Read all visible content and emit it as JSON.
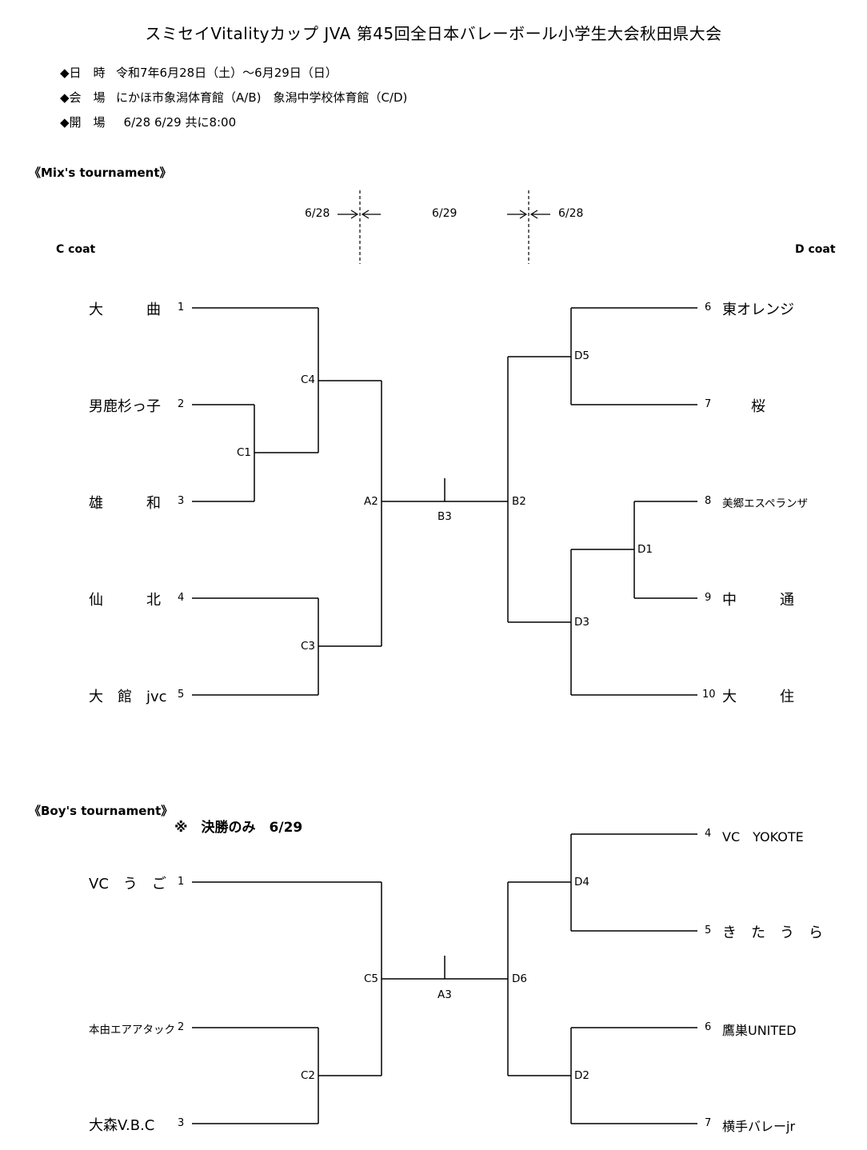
{
  "title": "スミセイVitalityカップ JVA 第45回全日本バレーボール小学生大会秋田県大会",
  "info": [
    {
      "key": "◆日　時",
      "value": "令和7年6月28日（土）～6月29日（日）"
    },
    {
      "key": "◆会　場",
      "value": "にかほ市象潟体育館（A/B)　象潟中学校体育館（C/D)"
    },
    {
      "key": "◆開　場",
      "value": "  6/28 6/29 共に8:00"
    }
  ],
  "mix": {
    "heading": "《Mix's tournament》",
    "coat_left": "C coat",
    "coat_right": "D coat",
    "dates": {
      "left": "6/28",
      "center": "6/29",
      "right": "6/28"
    },
    "left_teams": [
      {
        "name": "大　　　曲",
        "seed": "1"
      },
      {
        "name": "男鹿杉っ子",
        "seed": "2"
      },
      {
        "name": "雄　　　和",
        "seed": "3"
      },
      {
        "name": "仙　　　北",
        "seed": "4"
      },
      {
        "name": "大　館　jvc",
        "seed": "5"
      }
    ],
    "right_teams": [
      {
        "name": "東オレンジ",
        "seed": "6"
      },
      {
        "name": "　　桜",
        "seed": "7"
      },
      {
        "name": "美郷エスペランザ",
        "seed": "8"
      },
      {
        "name": "中　　　通",
        "seed": "9"
      },
      {
        "name": "大　　　住",
        "seed": "10"
      }
    ],
    "matches": {
      "C1": "C1",
      "C4": "C4",
      "C3": "C3",
      "A2": "A2",
      "B3": "B3",
      "B2": "B2",
      "D5": "D5",
      "D1": "D1",
      "D3": "D3"
    }
  },
  "boy": {
    "heading": "《Boy's tournament》",
    "note": "※　決勝のみ　6/29",
    "left_teams": [
      {
        "name": "VC　う　ご",
        "seed": "1"
      },
      {
        "name": "本由エアアタック",
        "seed": "2"
      },
      {
        "name": "大森V.B.C",
        "seed": "3"
      }
    ],
    "right_teams": [
      {
        "name": "VC　YOKOTE",
        "seed": "4"
      },
      {
        "name": "き　た　う　ら",
        "seed": "5"
      },
      {
        "name": "鷹巣UNITED",
        "seed": "6"
      },
      {
        "name": "横手バレーjr",
        "seed": "7"
      }
    ],
    "matches": {
      "C5": "C5",
      "C2": "C2",
      "A3": "A3",
      "D6": "D6",
      "D4": "D4",
      "D2": "D2"
    }
  }
}
